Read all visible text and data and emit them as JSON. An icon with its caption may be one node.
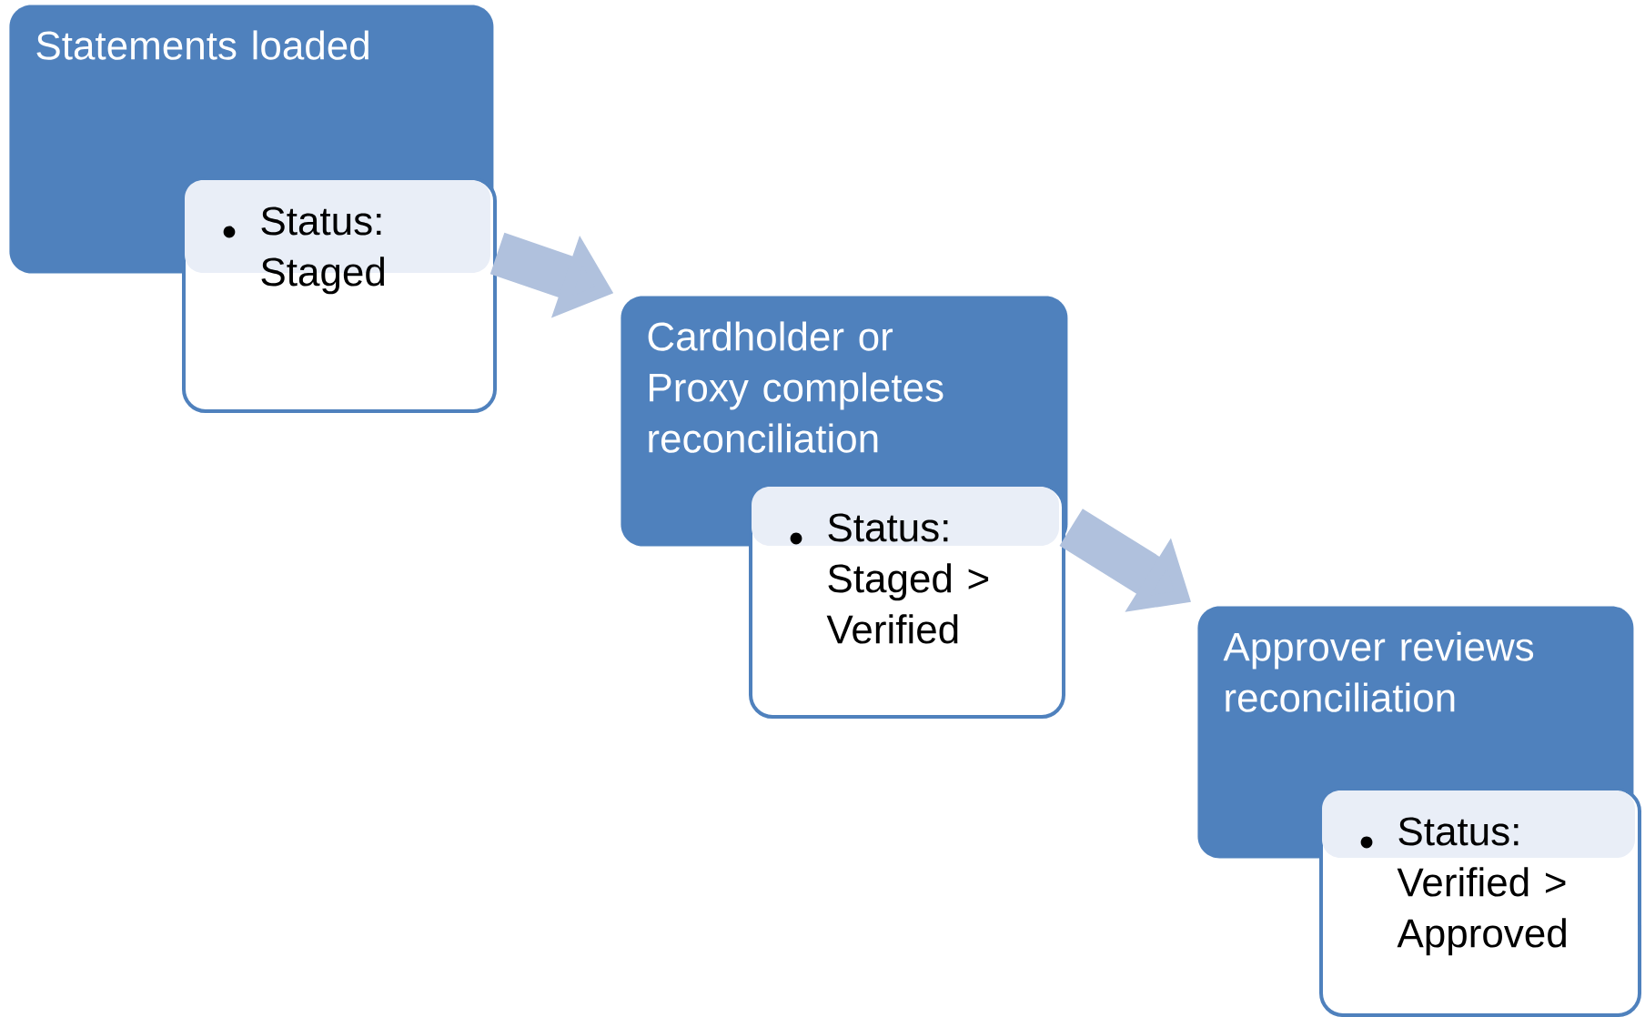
{
  "diagram": {
    "nodes": [
      {
        "text": [
          "Statements loaded"
        ]
      },
      {
        "text": [
          "Status: Staged"
        ]
      },
      {
        "text": [
          "Cardholder or Proxy completes reconciliation"
        ]
      },
      {
        "text": [
          "Status: Staged > Verified"
        ]
      },
      {
        "text": [
          "Approver reviews reconciliation"
        ]
      },
      {
        "text": [
          "Status: Verified > Approved"
        ]
      }
    ],
    "edges": [
      {
        "from": 0,
        "to": 2,
        "arrow": "to"
      },
      {
        "from": 2,
        "to": 4,
        "arrow": "to"
      }
    ]
  }
}
